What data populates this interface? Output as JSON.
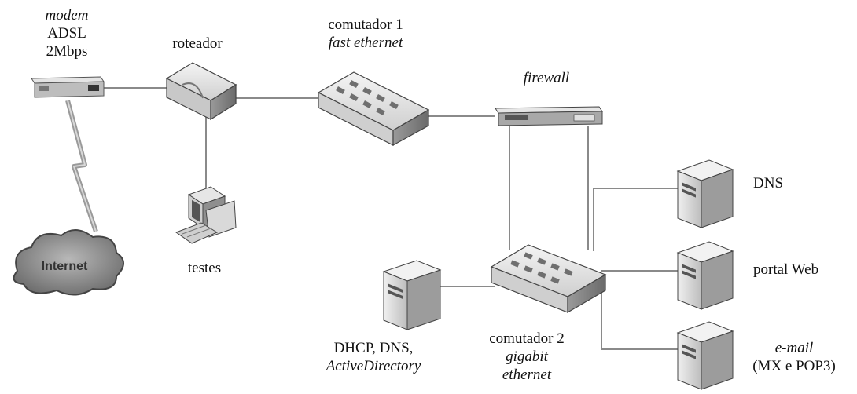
{
  "labels": {
    "modem": {
      "line1": "modem",
      "line2": "ADSL",
      "line3": "2Mbps"
    },
    "router": "roteador",
    "switch1": {
      "line1": "comutador 1",
      "line2": "fast ethernet"
    },
    "firewall": "firewall",
    "test_pc": "testes",
    "internet": "Internet",
    "dhcp": {
      "line1": "DHCP, DNS,",
      "line2": "ActiveDirectory"
    },
    "switch2": {
      "line1": "comutador 2",
      "line2": "gigabit",
      "line3": "ethernet"
    },
    "dns": "DNS",
    "portal": "portal Web",
    "email": {
      "line1": "e-mail",
      "line2": "(MX e POP3)"
    }
  }
}
